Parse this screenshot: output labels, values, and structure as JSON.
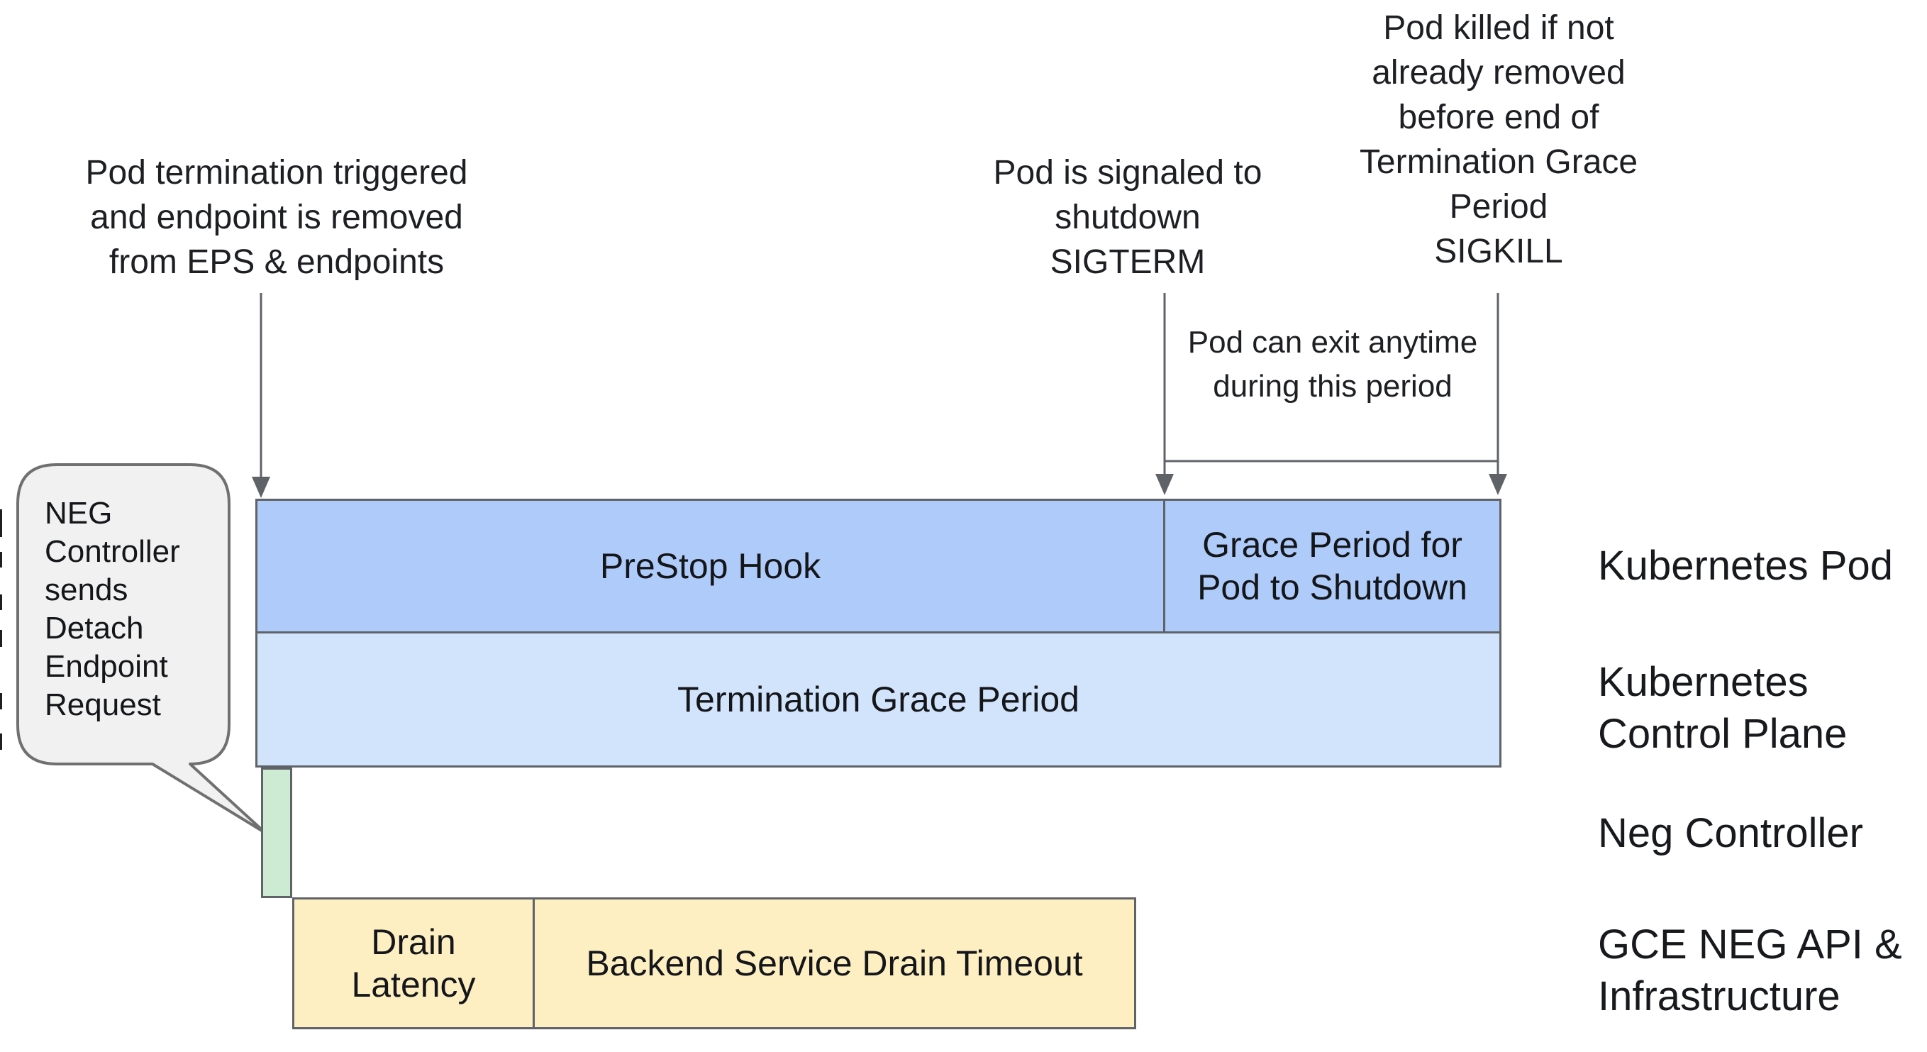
{
  "diagram": {
    "annotations": {
      "pod_termination": "Pod termination triggered\nand endpoint is removed\nfrom EPS & endpoints",
      "sigterm": "Pod is signaled to\nshutdown\nSIGTERM",
      "sigkill": "Pod killed if not\nalready removed\nbefore end of\nTermination Grace\nPeriod\nSIGKILL",
      "pod_exit_window": "Pod can exit anytime\nduring this period",
      "neg_bubble": "NEG\nController\nsends\nDetach\nEndpoint\nRequest"
    },
    "bars": {
      "prestop_hook": "PreStop Hook",
      "grace_period": "Grace Period for\nPod to Shutdown",
      "termination_grace_period": "Termination Grace Period",
      "drain_latency": "Drain\nLatency",
      "backend_drain_timeout": "Backend Service Drain Timeout"
    },
    "lanes": {
      "kubernetes_pod": "Kubernetes Pod",
      "kubernetes_control_plane": "Kubernetes\nControl Plane",
      "neg_controller": "Neg Controller",
      "gce_neg_api": "GCE NEG API &\nInfrastructure"
    },
    "colors": {
      "bar_blue": "#aecbfa",
      "bar_light_blue": "#d2e3fc",
      "bar_green": "#cdead3",
      "bar_yellow": "#feefc3",
      "border": "#5f6368",
      "bubble_fill": "#f1f1f1",
      "bubble_border": "#707070"
    }
  }
}
